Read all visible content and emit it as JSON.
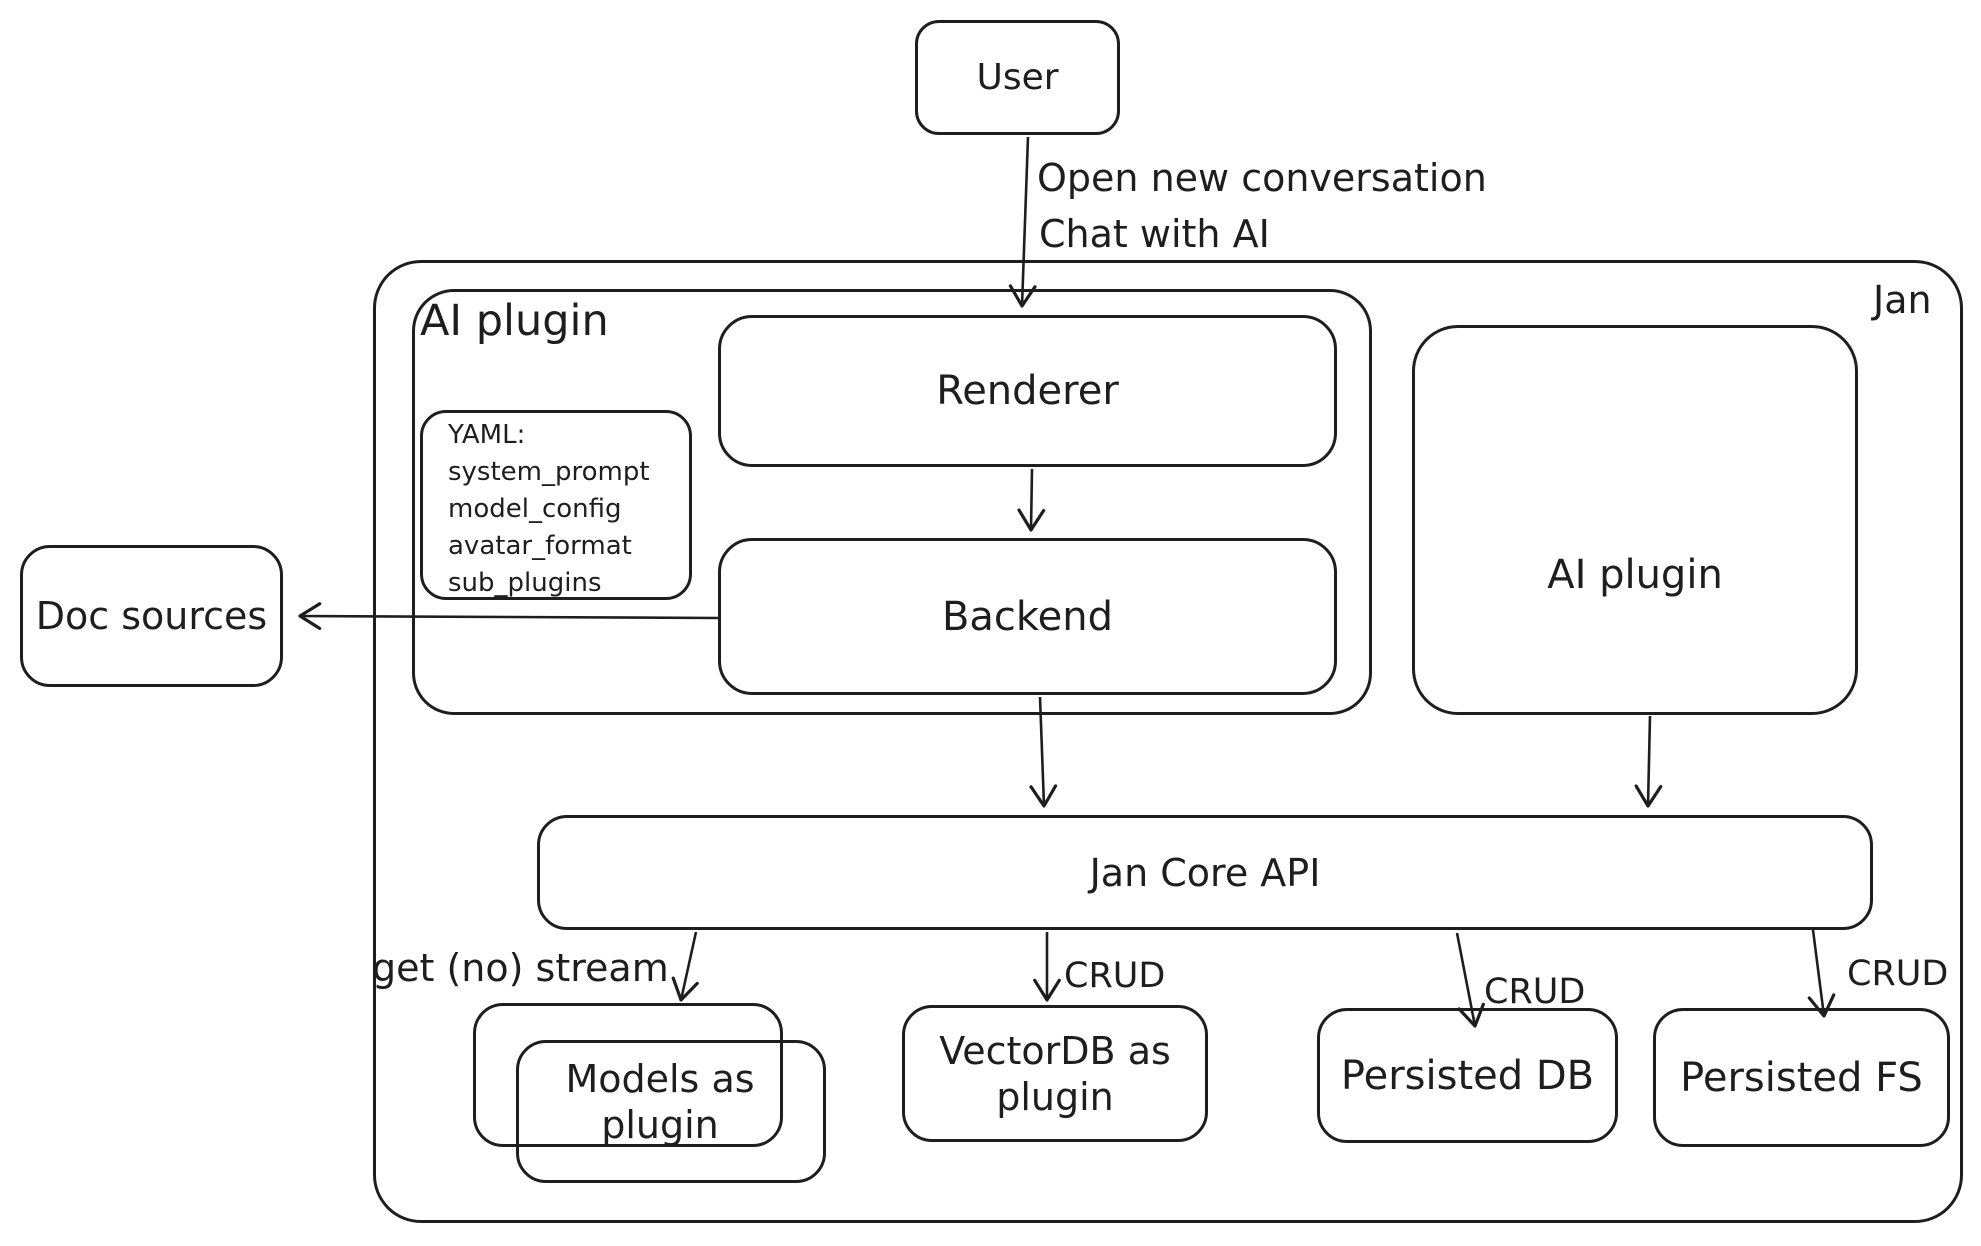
{
  "canvas": {
    "background": "#ffffff",
    "stroke_color": "#1e1e1e"
  },
  "nodes": {
    "user": {
      "label": "User"
    },
    "jan": {
      "label": "Jan"
    },
    "ai_plugin_container": {
      "label": "AI plugin"
    },
    "yaml_note": {
      "lines": [
        "YAML:",
        "system_prompt",
        "model_config",
        "avatar_format",
        "sub_plugins"
      ]
    },
    "renderer": {
      "label": "Renderer"
    },
    "backend": {
      "label": "Backend"
    },
    "doc_sources": {
      "label": "Doc sources"
    },
    "ai_plugin_box": {
      "label": "AI plugin"
    },
    "jan_core_api": {
      "label": "Jan Core API"
    },
    "models_plugin": {
      "label": "Models as plugin"
    },
    "vectordb_plugin": {
      "label": "VectorDB as plugin"
    },
    "persisted_db": {
      "label": "Persisted DB"
    },
    "persisted_fs": {
      "label": "Persisted FS"
    }
  },
  "edges": {
    "user_to_renderer": {
      "label_line1": "Open new conversation",
      "label_line2": "Chat with AI"
    },
    "core_to_models": {
      "label": "get (no) stream"
    },
    "core_to_vectordb": {
      "label": "CRUD"
    },
    "core_to_persisted_db": {
      "label": "CRUD"
    },
    "core_to_persisted_fs": {
      "label": "CRUD"
    }
  }
}
